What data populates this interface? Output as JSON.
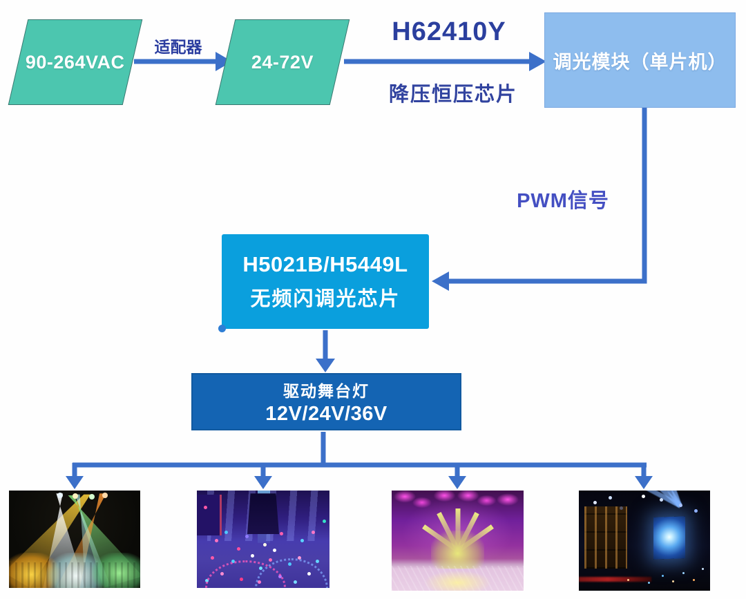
{
  "flow": {
    "ac_input": "90-264VAC",
    "adapter_label": "适配器",
    "dc_bus": "24-72V",
    "buck_chip_name": "H62410Y",
    "buck_chip_desc": "降压恒压芯片",
    "dimmer_module": "调光模块（单片机）",
    "pwm_label": "PWM信号",
    "dim_chip_line1": "H5021B/H5449L",
    "dim_chip_line2": "无频闪调光芯片",
    "driver_line1": "驱动舞台灯",
    "driver_line2": "12V/24V/36V"
  },
  "colors": {
    "node_teal": "#4cc6af",
    "node_light_blue": "#8ebdee",
    "node_cyan": "#0a9fdd",
    "node_dark_blue": "#1464b3",
    "connector_blue": "#3c70c9",
    "label_dark_blue": "#2b3f9e",
    "label_pwm_blue": "#444fc2"
  },
  "photos": [
    {
      "name": "moving-head-beams"
    },
    {
      "name": "disco-room-dots"
    },
    {
      "name": "purple-stage-burst"
    },
    {
      "name": "concert-blue-screen"
    }
  ]
}
